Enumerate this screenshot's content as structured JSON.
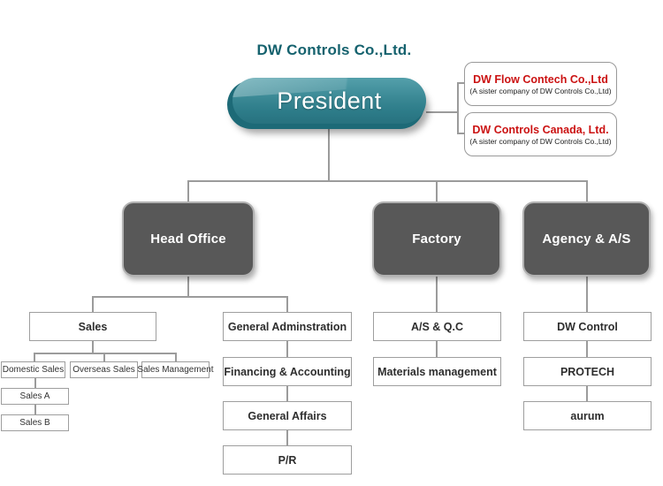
{
  "title": "DW Controls Co.,Ltd.",
  "president": {
    "label": "President"
  },
  "sister_companies": [
    {
      "name": "DW Flow Contech Co.,Ltd",
      "note": "(A sister company of DW Controls Co.,Ltd)"
    },
    {
      "name": "DW Controls Canada, Ltd.",
      "note": "(A sister company of DW Controls Co.,Ltd)"
    }
  ],
  "branches": [
    {
      "label": "Head Office"
    },
    {
      "label": "Factory"
    },
    {
      "label": "Agency & A/S"
    }
  ],
  "head_office": {
    "sales": {
      "label": "Sales",
      "teams": [
        {
          "label": "Domestic Sales"
        },
        {
          "label": "Overseas Sales"
        },
        {
          "label": "Sales Management"
        }
      ],
      "domestic_units": [
        {
          "label": "Sales A"
        },
        {
          "label": "Sales B"
        }
      ]
    },
    "admin_chain": [
      {
        "label": "General Adminstration"
      },
      {
        "label": "Financing & Accounting"
      },
      {
        "label": "General Affairs"
      },
      {
        "label": "P/R"
      }
    ]
  },
  "factory": {
    "chain": [
      {
        "label": "A/S & Q.C"
      },
      {
        "label": "Materials management"
      }
    ]
  },
  "agency": {
    "chain": [
      {
        "label": "DW Control"
      },
      {
        "label": "PROTECH"
      },
      {
        "label": "aurum"
      }
    ]
  },
  "colors": {
    "title_teal": "#15626e",
    "pill_teal": "#35828f",
    "pill_shadow_teal": "#1d6a77",
    "sister_red": "#cb1212",
    "branch_gray": "#585858",
    "line_gray": "#9b9b9b"
  }
}
